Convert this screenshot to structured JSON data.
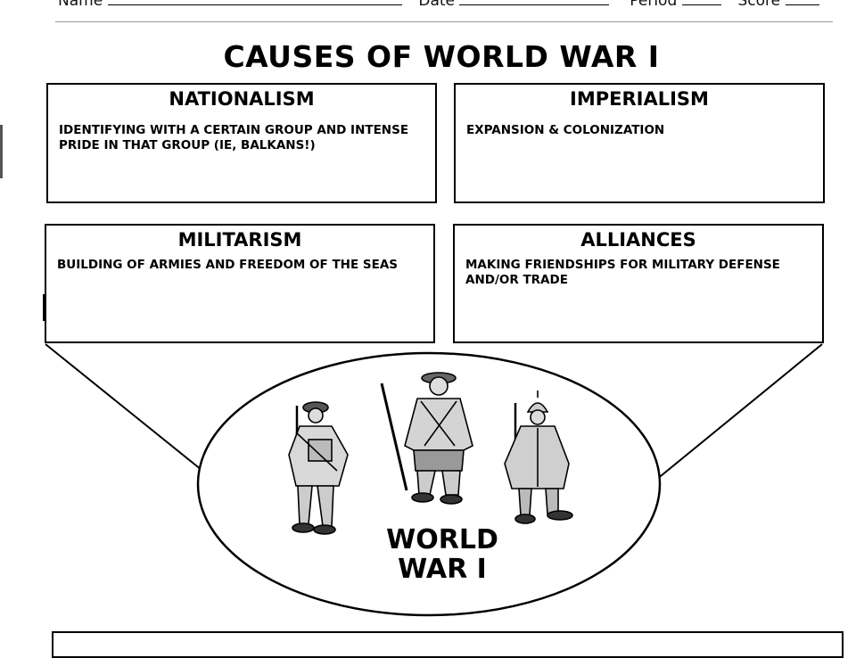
{
  "header": {
    "name_label": "Name",
    "date_label": "Date",
    "period_label": "Period",
    "score_label": "Score"
  },
  "title": "CAUSES OF WORLD WAR I",
  "causes": [
    {
      "title": "NATIONALISM",
      "description": "IDENTIFYING WITH A CERTAIN GROUP AND INTENSE PRIDE IN THAT GROUP (ie, BALKANS!)"
    },
    {
      "title": "IMPERIALISM",
      "description": "EXPANSION & COLONIZATION"
    },
    {
      "title": "MILITARISM",
      "description": "BUILDING OF ARMIES AND FREEDOM OF THE SEAS"
    },
    {
      "title": "ALLIANCES",
      "description": "MAKING FRIENDSHIPS FOR MILITARY DEFENSE AND/OR TRADE"
    }
  ],
  "center": {
    "line1": "WORLD",
    "line2": "WAR I"
  },
  "illustration": {
    "icon": "soldiers-illustration-icon",
    "figures": [
      "soldier-left-icon",
      "soldier-center-icon",
      "soldier-right-icon"
    ]
  }
}
